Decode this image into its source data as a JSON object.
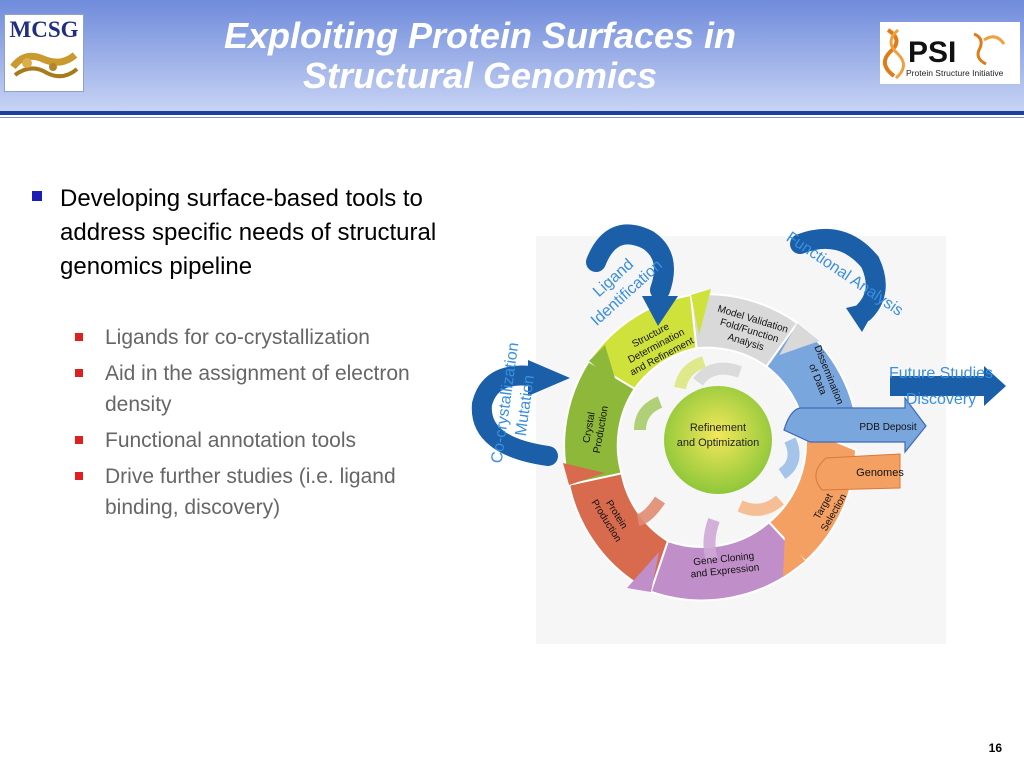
{
  "slide": {
    "title_line1": "Exploiting Protein Surfaces in",
    "title_line2": "Structural Genomics",
    "page_number": "16"
  },
  "logos": {
    "left_text": "MCSG",
    "right_mark": "PSI",
    "right_caption": "Protein Structure Initiative"
  },
  "content": {
    "main_bullet": "Developing surface-based tools to address specific needs of structural genomics pipeline",
    "sub_bullets": [
      "Ligands for co-crystallization",
      "Aid in the assignment of electron density",
      "Functional annotation tools",
      "Drive further studies (i.e. ligand binding, discovery)"
    ]
  },
  "diagram": {
    "center_label_1": "Refinement",
    "center_label_2": "and Optimization",
    "segments": [
      {
        "line1": "Model Validation",
        "line2": "Fold/Function",
        "line3": "Analysis",
        "color": "#d9d9d9"
      },
      {
        "line1": "Dissemination",
        "line2": "of Data",
        "color": "#7aa6de"
      },
      {
        "line1": "Target",
        "line2": "Selection",
        "color": "#f4a063"
      },
      {
        "line1": "Gene Cloning",
        "line2": "and Expression",
        "color": "#c08ec8"
      },
      {
        "line1": "Protein",
        "line2": "Production",
        "color": "#d86a4e"
      },
      {
        "line1": "Crystal",
        "line2": "Production",
        "color": "#8db83a"
      },
      {
        "line1": "Structure",
        "line2": "Determination",
        "line3": "and Refinement",
        "color": "#cfe23c"
      }
    ],
    "pdb_deposit": "PDB Deposit",
    "genomes": "Genomes",
    "annotations": {
      "ligand_1": "Ligand",
      "ligand_2": "Identification",
      "functional": "Functional Analysis",
      "future_1": "Future Studies",
      "future_2": "Discovery",
      "cocrystal_1": "Co-crystallization",
      "cocrystal_2": "Mutation"
    },
    "accent_color": "#1a5fa8",
    "annotation_color": "#3a8fe0"
  }
}
